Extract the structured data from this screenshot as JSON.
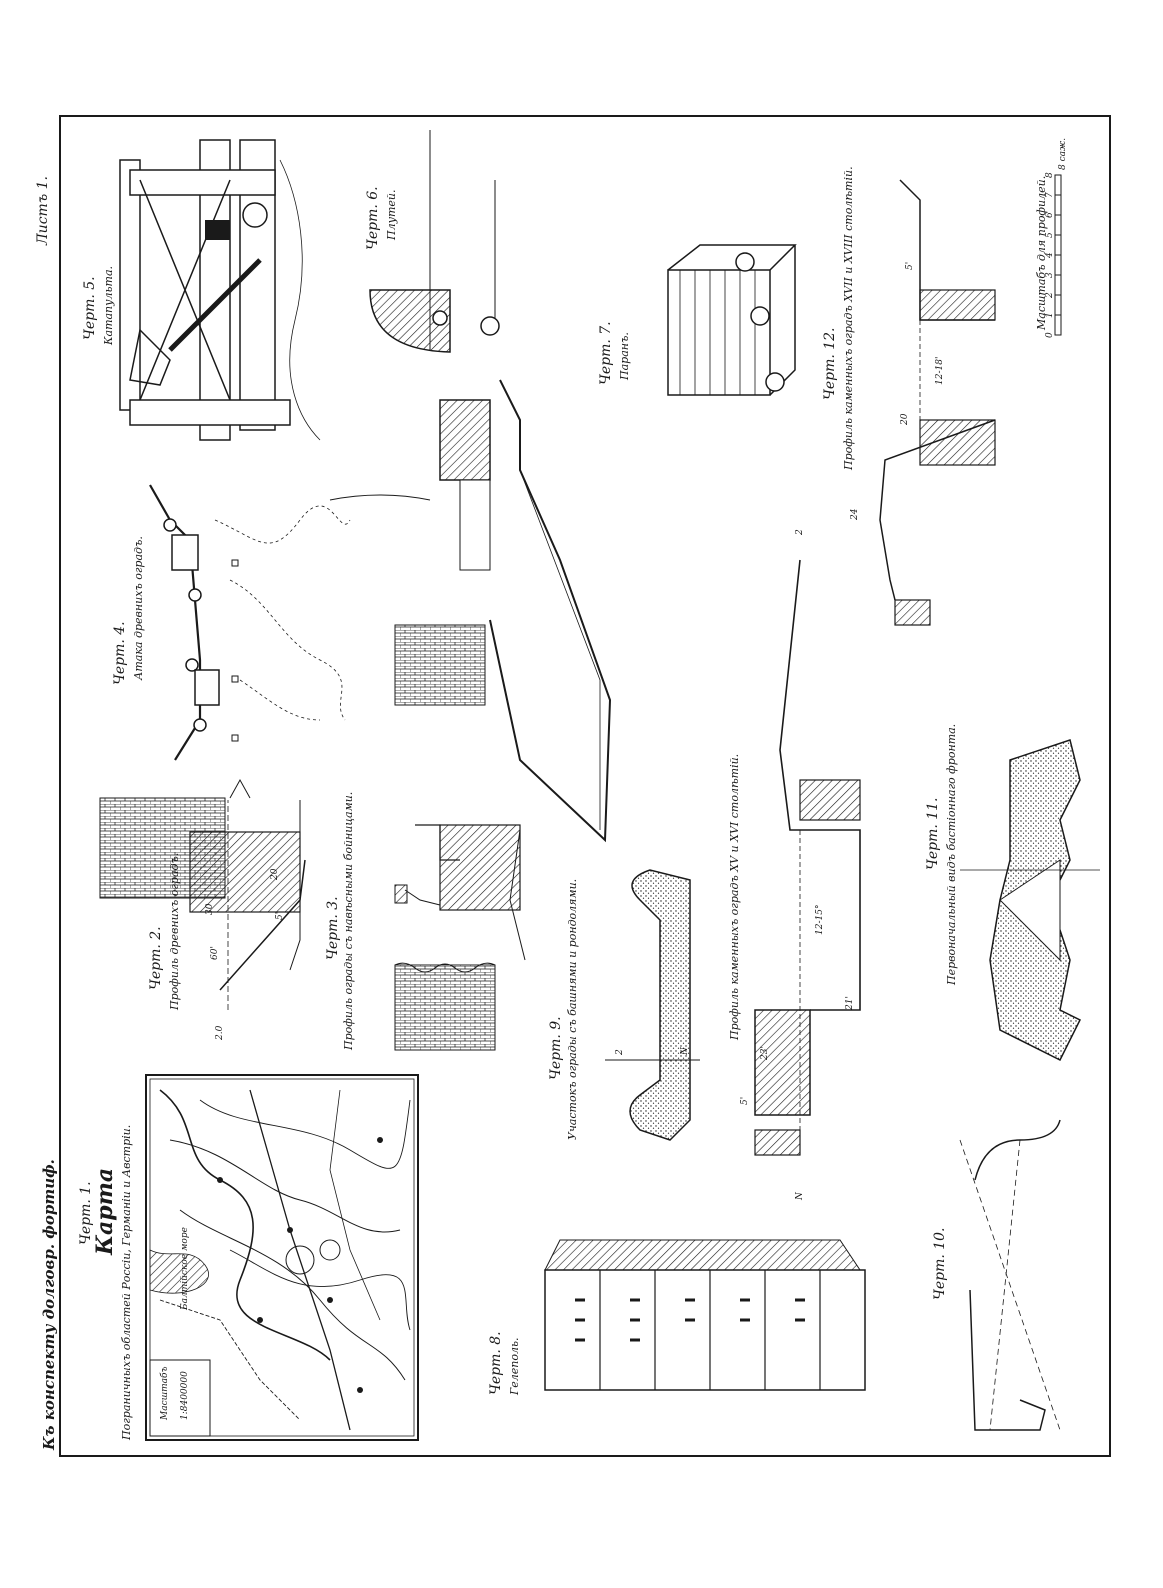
{
  "sheet": {
    "heading": "Къ конспекту долговр. фортиф.",
    "sheet_label": "Листъ 1."
  },
  "figures": {
    "f1": {
      "title": "Черт. 1.",
      "name": "Карта",
      "caption": "Пограничныхъ областей Россіи, Германіи и Австріи."
    },
    "f1_map": {
      "sea_label": "Балтійское море",
      "scale_word": "Масштабъ",
      "scale_value": "1:8400000"
    },
    "f2": {
      "title": "Черт. 2.",
      "caption": "Профиль древнихъ оградъ.",
      "dim_top": "60'",
      "dim_30": "30",
      "dim_5": "5'",
      "dim_20": "20",
      "dim_a": "2.0"
    },
    "f3": {
      "title": "Черт. 3.",
      "caption": "Профиль ограды съ навѣсными бойницами."
    },
    "f4": {
      "title": "Черт. 4.",
      "caption": "Атака древнихъ оградъ."
    },
    "f5": {
      "title": "Черт. 5.",
      "caption": "Катапульта."
    },
    "f6": {
      "title": "Черт. 6.",
      "caption": "Плутей."
    },
    "f7": {
      "title": "Черт. 7.",
      "caption": "Паранъ."
    },
    "f8": {
      "title": "Черт. 8.",
      "caption": "Гелеполь."
    },
    "f9": {
      "title": "Черт. 9.",
      "caption": "Участокъ ограды съ башнями и рондолями.",
      "axis_a": "2",
      "axis_b": "N"
    },
    "f9_profile": {
      "caption": "Профиль каменныхъ оградъ XV и XVI столѣтій.",
      "dim_5": "5'",
      "dim_23": "23'",
      "dim_21": "21'",
      "dim_span": "12-15°",
      "n_label": "N",
      "z_label": "2"
    },
    "f10": {
      "title": "Черт. 10."
    },
    "f11": {
      "title": "Черт. 11.",
      "caption": "Первоначальный видъ бастіоннаго фронта."
    },
    "f12": {
      "title": "Черт. 12.",
      "caption": "Профиль каменныхъ оградъ XVII и XVIII столѣтій.",
      "dim_5": "5'",
      "dim_span": "12-18'",
      "dim_24": "24",
      "dim_20": "20"
    },
    "scale_bar": {
      "label": "Масштабъ для профилей.",
      "unit": "8 саж.",
      "ticks": [
        "0",
        "1",
        "2",
        "3",
        "4",
        "5",
        "6",
        "7",
        "8"
      ]
    }
  },
  "colors": {
    "ink": "#1a1a1a",
    "paper": "#ffffff"
  }
}
